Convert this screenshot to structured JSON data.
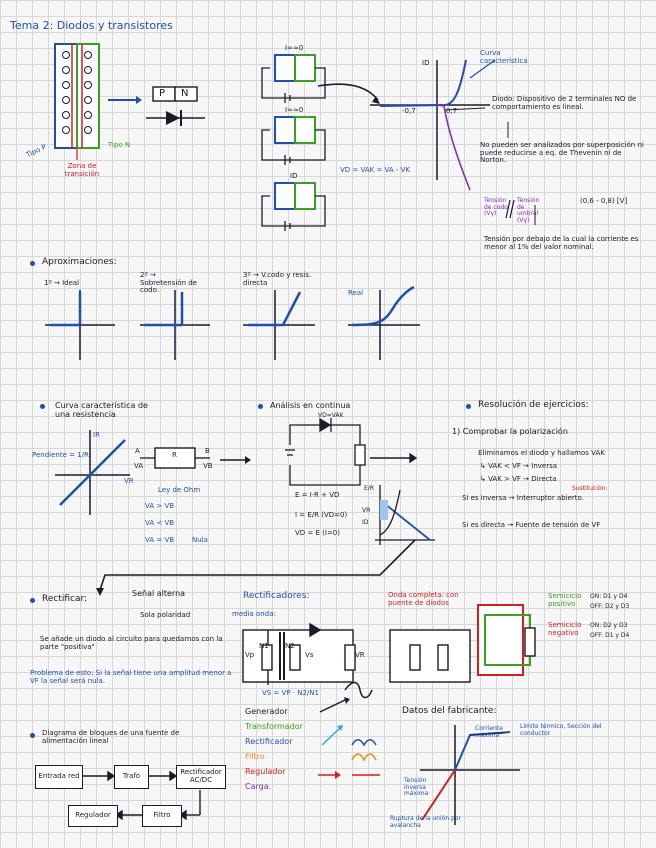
{
  "title": "Tema 2: Diodos y transistores",
  "diode_intro": {
    "tipo_p": "Tipo P",
    "tipo_n": "Tipo N",
    "zona": "Zona de transición",
    "p": "P",
    "n": "N",
    "i_oo_1": "I∞≈0",
    "i_oo_2": "I∞≈0",
    "i_d": "ID",
    "vd_eq": "VD = VAK = VA - VK",
    "curva_label": "Curva característica",
    "id_axis": "ID",
    "v07": "0,7",
    "vneg07": "-0,7",
    "diodo_def": "Diodo: Dispositivo de 2 terminales NO de comportamiento es lineal.",
    "no_pueden": "No pueden ser analizados por superposición ni puede reducirse a eq. de Thevenin ni de Norton.",
    "tension_codo": "Tensión de codo (Vγ)",
    "tension_umbral": "Tensión de umbral (Vγ)",
    "range": "(0,6 - 0,8) [V]",
    "tension_por_debajo": "Tensión por debajo de la cual la corriente es menor al 1% del valor nominal."
  },
  "aproximaciones": {
    "title": "Aproximaciones:",
    "a1": "1º → Ideal",
    "a2": "2º → Sobretensión de codo.",
    "a3": "3º → V.codo y resis. directa",
    "real": "Real"
  },
  "curva_resistencia": {
    "title": "Curva característica de una resistencia",
    "pendiente": "Pendiente = 1/R",
    "ir": "IR",
    "vr": "VR",
    "ley": "Ley de Ohm",
    "r": "R",
    "a": "A",
    "b": "B",
    "va": "VA",
    "vb": "VB",
    "va_gt": "VA > VB",
    "va_lt": "VA < VB",
    "va_eq": "VA = VB",
    "nula": "Nula"
  },
  "analisis": {
    "title": "Análisis en continua",
    "vd": "VD=VAK",
    "e1": "E = I·R + VD",
    "e2": "I = E/R (VD=0)",
    "e3": "VD = E (I=0)",
    "ip": "E/R",
    "vr": "VR",
    "id": "ID"
  },
  "resolucion": {
    "title": "Resolución de ejercicios:",
    "s1": "1) Comprobar la polarización",
    "s2": "Eliminamos el diodo y hallamos VAK",
    "s3": "↳ VAK < VF → Inversa",
    "s4": "↳ VAK > VF → Directa",
    "sust": "Sustitución:",
    "s5": "Si es inversa → Interruptor abierto.",
    "s6": "Si es directa → Fuente de tensión de VF"
  },
  "rectificar": {
    "title": "Rectificar:",
    "senal": "Señal alterna",
    "sola": "Sola polaridad",
    "anade": "Se añade un diodo al circuito para quedarnos con la parte \"positiva\"",
    "problema": "Problema de esto: Si la señal tiene una amplitud menor a VF la señal será nula."
  },
  "rectificadores": {
    "title": "Rectificadores:",
    "media": "media onda:",
    "vp": "Vp",
    "n1": "N1",
    "n2": "N2",
    "vs": "Vs",
    "vr": "VR",
    "formula": "VS = VP · N2/N1",
    "onda": "Onda completa: con puente de diodos",
    "semi_pos": "Semiciclo positivo",
    "semi_neg": "Semiciclo negativo",
    "on1": "ON: D1 y D4",
    "off1": "OFF: D2 y D3",
    "on2": "ON: D2 y D3",
    "off2": "OFF: D1 y D4"
  },
  "etapas": {
    "generador": "Generador",
    "transformador": "Transformador",
    "rectificador": "Rectificador",
    "filtro": "Filtro",
    "regulador": "Regulador",
    "carga": "Carga."
  },
  "diagrama": {
    "title": "Diagrama de bloques de una fuente de alimentación lineal",
    "entrada": "Entrada red",
    "trafo": "Trafo",
    "rect": "Rectificador AC/DC",
    "regulador": "Regulador",
    "filtro": "Filtro"
  },
  "datos": {
    "title": "Datos del fabricante:",
    "corriente": "Corriente máxima",
    "limite": "Límite térmico, Sección del conductor",
    "tension": "Tensión inversa máxima",
    "ruptura": "Ruptura de la unión por avalancha"
  }
}
